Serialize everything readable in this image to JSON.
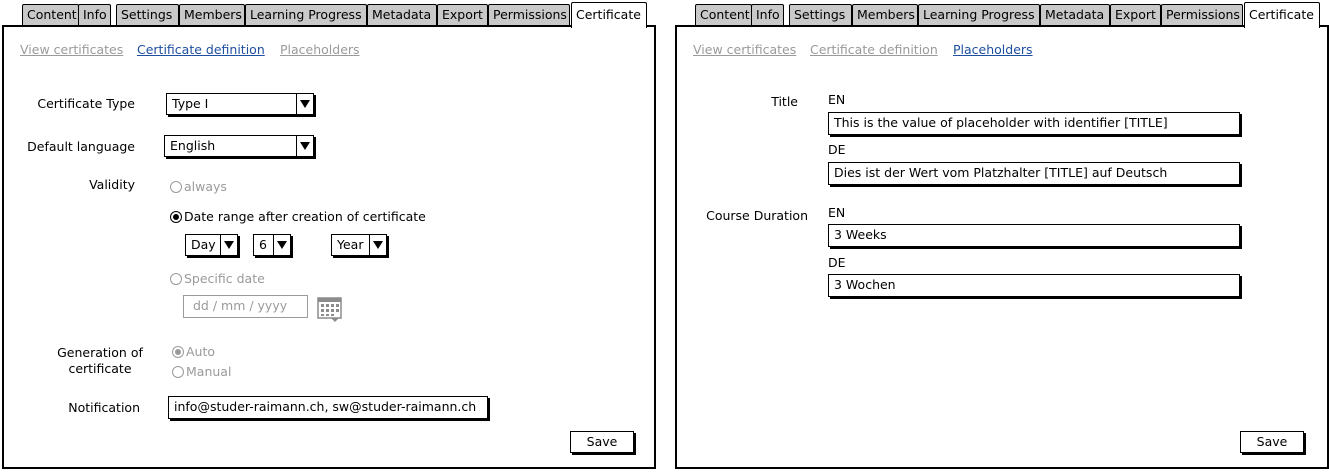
{
  "tabs": [
    "Content",
    "Info",
    "Settings",
    "Members",
    "Learning Progress",
    "Metadata",
    "Export",
    "Permissions",
    "Certificate"
  ],
  "subtabs": [
    "View certificates",
    "Certificate definition",
    "Placeholders"
  ],
  "left": {
    "certificate_type": {
      "label": "Certificate Type",
      "value": "Type I"
    },
    "default_language": {
      "label": "Default language",
      "value": "English"
    },
    "validity": {
      "label": "Validity",
      "always": "always",
      "date_range": "Date range after creation of certificate",
      "unit": "Day",
      "amount": "6",
      "period": "Year",
      "specific_date": "Specific date",
      "date_placeholder": "dd / mm  / yyyy"
    },
    "generation": {
      "label": "Generation of certificate",
      "auto": "Auto",
      "manual": "Manual"
    },
    "notification": {
      "label": "Notification",
      "value": "info@studer-raimann.ch, sw@studer-raimann.ch"
    },
    "save": "Save"
  },
  "right": {
    "title": {
      "label": "Title",
      "en_label": "EN",
      "en_value": "This is the value of placeholder with identifier [TITLE]",
      "de_label": "DE",
      "de_value": "Dies ist der Wert vom Platzhalter [TITLE] auf Deutsch"
    },
    "course_duration": {
      "label": "Course Duration",
      "en_label": "EN",
      "en_value": "3 Weeks",
      "de_label": "DE",
      "de_value": "3 Wochen"
    },
    "save": "Save"
  },
  "icons": {
    "calendar": "calendar-icon",
    "dropdown": "chevron-down-icon"
  }
}
